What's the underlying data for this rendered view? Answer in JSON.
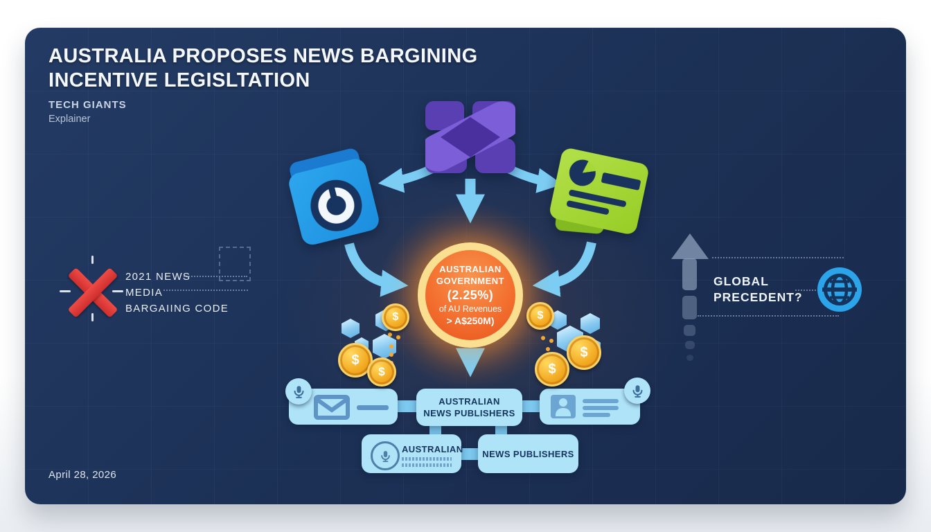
{
  "slide": {
    "title_lines": [
      "AUSTRALIA PROPOSES NEWS BARGINING",
      "INCENTIVE LEGISLTATION"
    ],
    "kicker": "TECH GIANTS",
    "kicker2": "Explainer",
    "date": "April 28, 2026"
  },
  "left_callout": {
    "icon": "red-x-icon",
    "lines": [
      "2021 NEWS",
      "MEDIA",
      "BARGAIING CODE"
    ]
  },
  "center_node": {
    "line1": "AUSTRALIAN",
    "line2": "GOVERNMENT",
    "line3": "(2.25%)",
    "line4": "of AU Revenues",
    "line5": "> A$250M)"
  },
  "right_callout": {
    "line1": "GLOBAL",
    "line2": "PRECEDENT?",
    "icon": "globe-icon",
    "trend_icon": "up-arrow-icon"
  },
  "tech_icons": [
    {
      "name": "storage-box-app-icon",
      "color": "#6a49c8"
    },
    {
      "name": "donut-chart-app-icon",
      "color": "#2196e0"
    },
    {
      "name": "news-card-app-icon",
      "color": "#a6d936"
    }
  ],
  "flow": {
    "box_publishers_top": {
      "line1": "AUSTRALIAN",
      "line2": "NEWS PUBLISHERS"
    },
    "box_australian": {
      "label": "AUSTRALIAN"
    },
    "box_news_publishers": {
      "label": "NEWS PUBLISHERS"
    },
    "coin_symbol": "$",
    "side_icons": [
      "microphone-icon",
      "envelope-icon",
      "id-card-icon"
    ]
  },
  "colors": {
    "card_navy": "#1c3055",
    "arrow_blue": "#7ccdf4",
    "node_orange": "#f3702f",
    "node_ring_cream": "#fbdf90",
    "box_light_blue": "#aee3f8",
    "coin_gold": "#f2a81f",
    "alert_red": "#e23b3b",
    "lime_green": "#a6d936",
    "purple": "#6a49c8"
  }
}
